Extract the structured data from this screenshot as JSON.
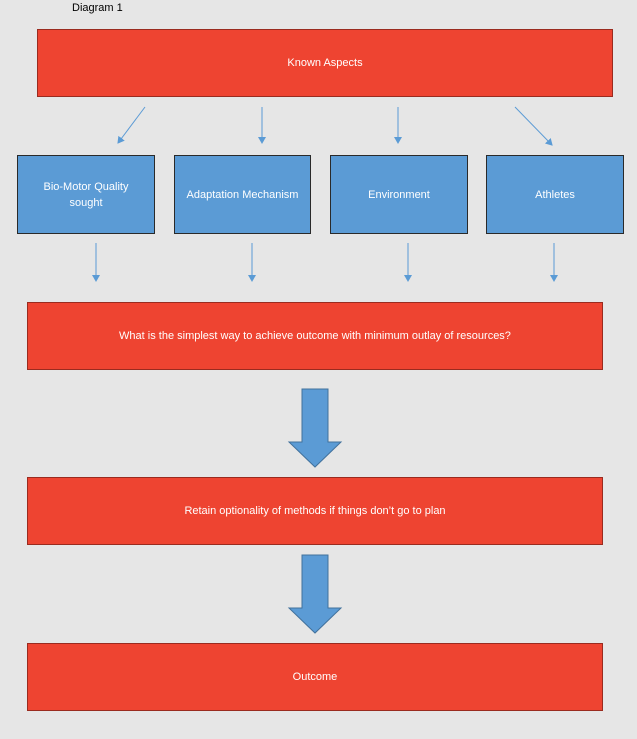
{
  "diagram": {
    "caption": "Diagram 1",
    "top_box": "Known Aspects",
    "factors": [
      {
        "label": "Bio-Motor Quality sought"
      },
      {
        "label": "Adaptation Mechanism"
      },
      {
        "label": "Environment"
      },
      {
        "label": "Athletes"
      }
    ],
    "question_box": "What is the simplest way to achieve outcome with minimum outlay of resources?",
    "retain_box": "Retain optionality of methods if things don’t go to plan",
    "outcome_box": "Outcome",
    "colors": {
      "red_box": "#ee4431",
      "blue_box": "#5b9bd5",
      "arrow": "#5b9bd5",
      "background": "#e6e6e6"
    }
  }
}
